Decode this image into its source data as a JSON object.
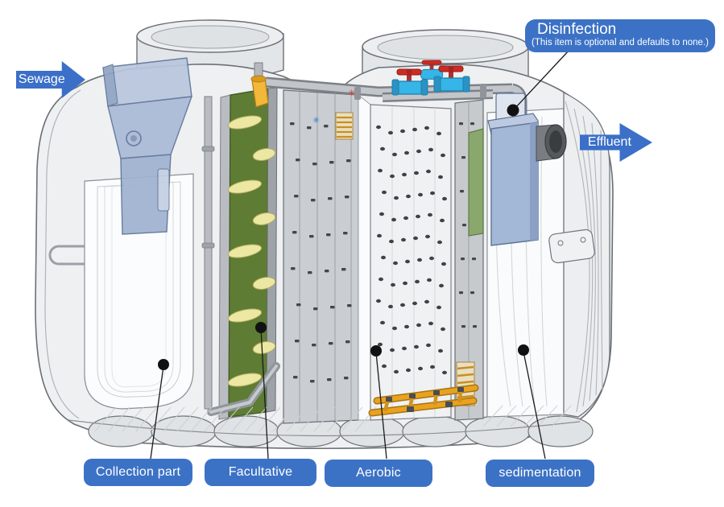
{
  "annotations": {
    "sewage_arrow": {
      "label": "Sewage"
    },
    "effluent_arrow": {
      "label": "Effluent"
    },
    "disinfection": {
      "title": "Disinfection",
      "subtitle": "(This item is optional and defaults to none.)"
    },
    "chamber_labels": [
      {
        "label": "Collection part"
      },
      {
        "label": "Facultative"
      },
      {
        "label": "Aerobic"
      },
      {
        "label": "sedimentation"
      }
    ]
  },
  "colors": {
    "label_blue": "#3C72C6",
    "arrow_blue": "#3B6FC8",
    "leader_line": "#1a1a1a",
    "tank_body_gray": "#EEF0F2",
    "facultative_green": "#5E7C33",
    "fin_yellow": "#ECE7A2",
    "aeration_pipe_yellow": "#E9A21F",
    "valve_handle_red": "#CF2B22",
    "valve_body_cyan": "#35B5E8",
    "inlet_basket_blue": "#A9BAD6",
    "outlet_box_blue": "#A3B7D6"
  }
}
